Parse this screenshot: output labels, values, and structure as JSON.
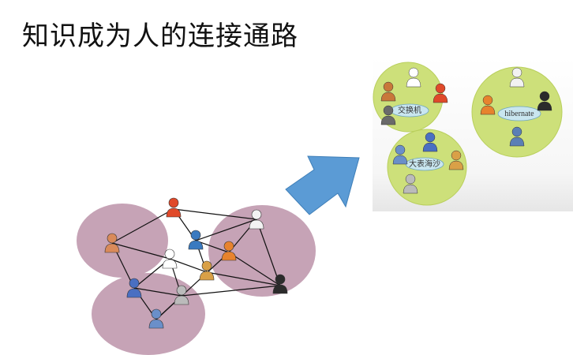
{
  "slide": {
    "title": "知识成为人的连接通路"
  },
  "colors": {
    "cluster": "#c6a3b6",
    "group_bubble": "#cde07a",
    "label_oval": "#c9e6ef",
    "arrow": "#5b9bd5",
    "panel_bg": "#f2f2f2"
  },
  "groups": [
    {
      "label": "交换机"
    },
    {
      "label": "hibernate"
    },
    {
      "label": "大表海沙"
    }
  ]
}
